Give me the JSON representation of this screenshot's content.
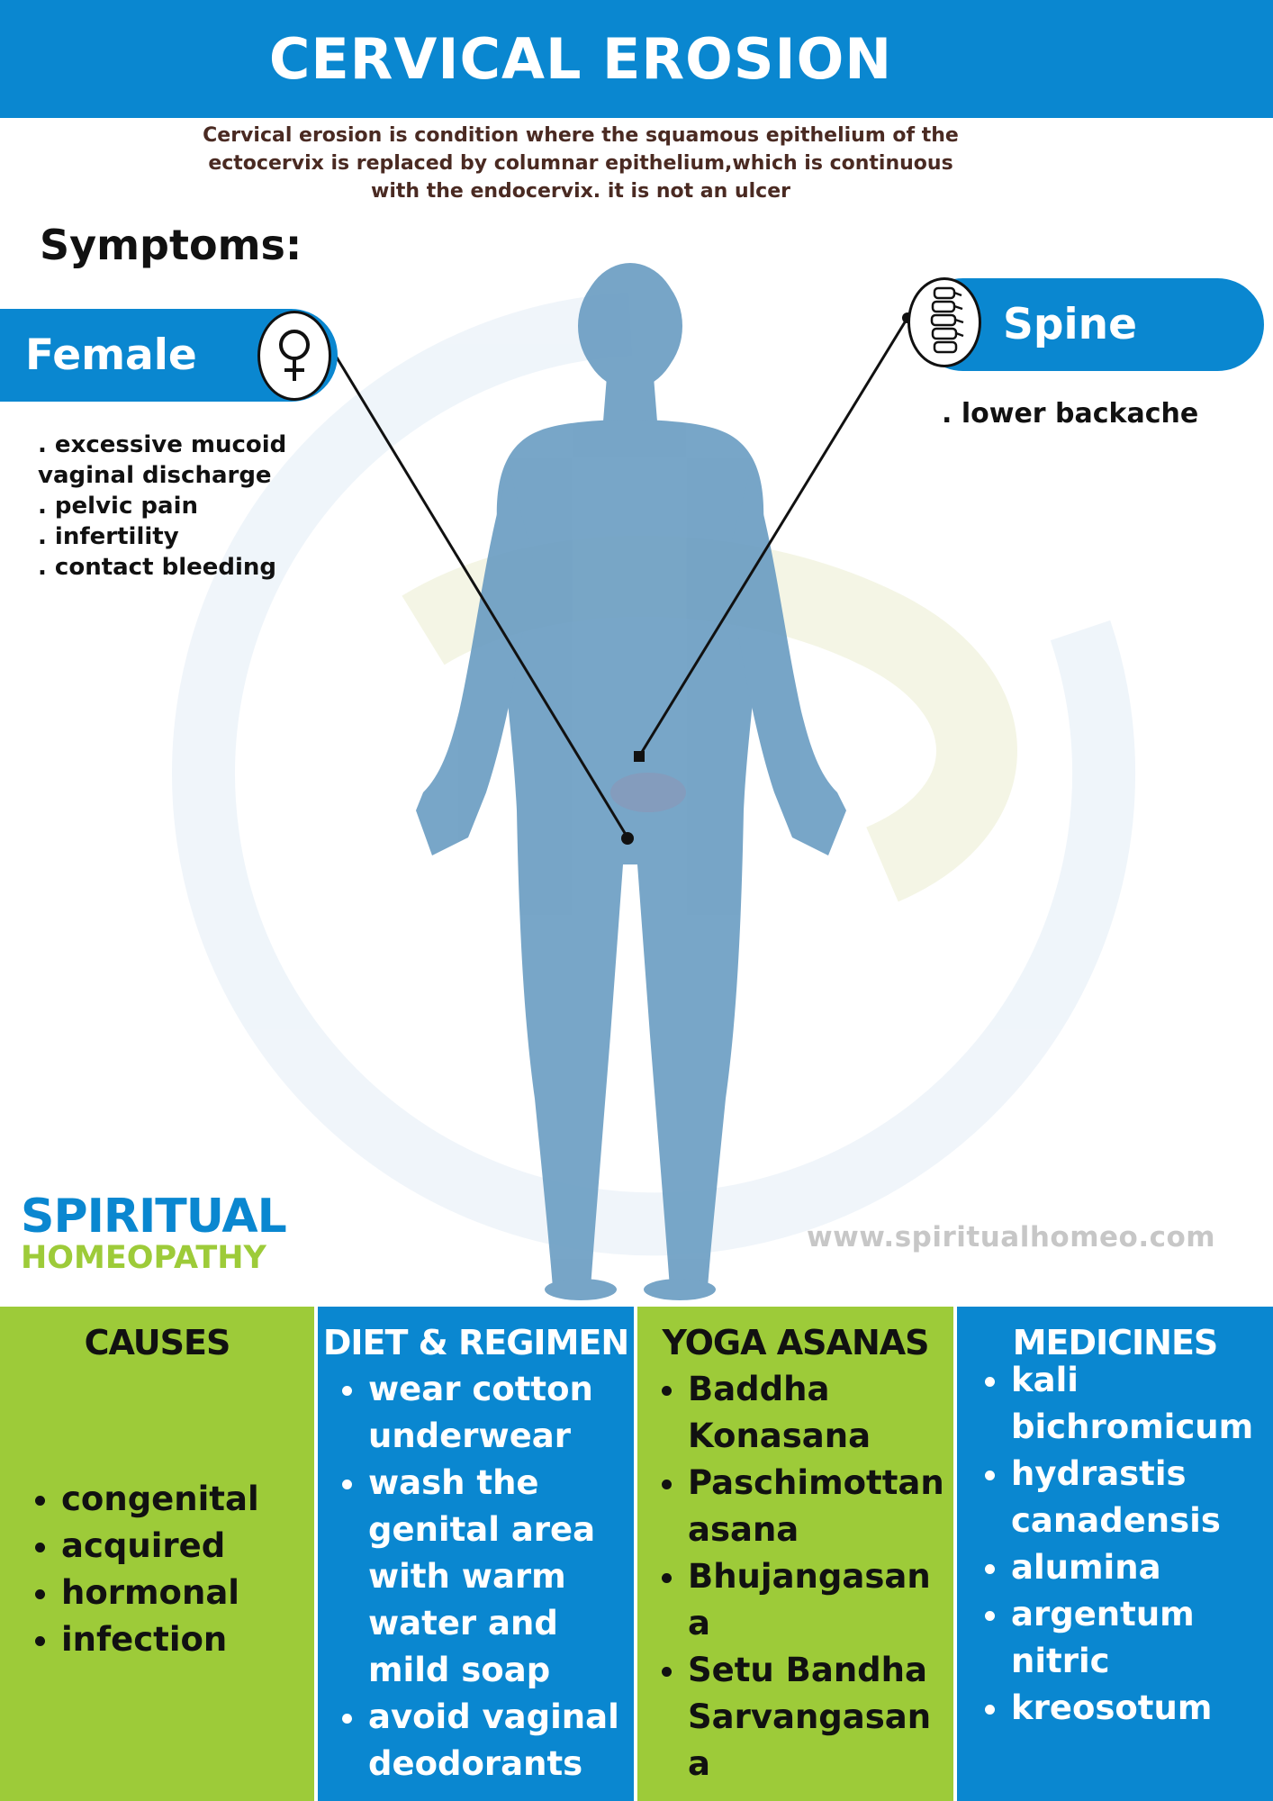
{
  "header": {
    "title": "CERVICAL EROSION"
  },
  "intro": {
    "text": "Cervical erosion is  condition where the squamous epithelium of the ectocervix is replaced by columnar epithelium,which is continuous with the endocervix. it is not an ulcer"
  },
  "symptoms": {
    "heading": "Symptoms:",
    "female": {
      "label": "Female",
      "icon": "female-symbol-icon",
      "items": [
        ". excessive mucoid",
        "vaginal discharge",
        ". pelvic pain",
        ". infertility",
        ". contact bleeding"
      ]
    },
    "spine": {
      "label": "Spine",
      "icon": "spine-icon",
      "items": [
        ". lower backache"
      ]
    }
  },
  "brand": {
    "line1": "SPIRITUAL",
    "line2": "HOMEOPATHY"
  },
  "website": "www.spiritualhomeo.com",
  "columns": {
    "causes": {
      "title": "CAUSES",
      "items": [
        "congenital",
        "acquired",
        "hormonal",
        "infection"
      ]
    },
    "diet": {
      "title": "DIET & REGIMEN",
      "items": [
        "wear cotton underwear",
        "wash the genital area with warm water and mild soap",
        "avoid vaginal deodorants"
      ]
    },
    "yoga": {
      "title": "YOGA ASANAS",
      "items": [
        "Baddha Konasana",
        "Paschimottan asana",
        "Bhujangasan a",
        "Setu Bandha Sarvangasan a"
      ]
    },
    "medicines": {
      "title": "MEDICINES",
      "items": [
        "kali bichromicum",
        "hydrastis canadensis",
        "alumina",
        "argentum nitric",
        "kreosotum"
      ]
    }
  },
  "colors": {
    "blue": "#0a87d0",
    "green": "#9dcb39",
    "body": "#6c9ec3",
    "intro_text": "#4a2a22"
  }
}
